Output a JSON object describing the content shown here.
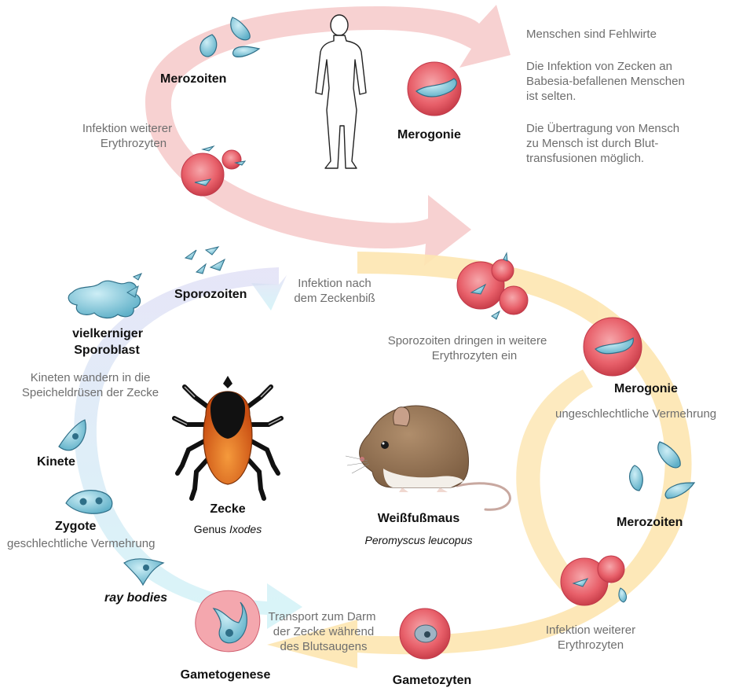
{
  "human_info": {
    "line1": "Menschen sind Fehlwirte",
    "para2": [
      "Die Infektion von Zecken an",
      "Babesia-befallenen Menschen",
      "ist selten."
    ],
    "para3": [
      "Die Übertragung von Mensch",
      "zu Mensch ist durch Blut-",
      "transfusionen möglich."
    ]
  },
  "human_cycle": {
    "merozoiten": "Merozoiten",
    "merogonie": "Merogonie",
    "infektion": [
      "Infektion weiterer",
      "Erythrozyten"
    ]
  },
  "mouse_cycle": {
    "infektion_biss": [
      "Infektion nach",
      "dem Zeckenbiß"
    ],
    "sporozoiten_dringen": [
      "Sporozoiten dringen in weitere",
      "Erythrozyten ein"
    ],
    "merogonie": "Merogonie",
    "vermehrung": "ungeschlechtliche Vermehrung",
    "merozoiten": "Merozoiten",
    "infektion": [
      "Infektion weiterer",
      "Erythrozyten"
    ],
    "gametozyten": "Gametozyten",
    "transport": [
      "Transport zum Darm",
      "der Zecke während",
      "des Blutsaugens"
    ]
  },
  "tick_cycle": {
    "sporozoiten": "Sporozoiten",
    "sporoblast": [
      "vielkerniger",
      "Sporoblast"
    ],
    "kineten_wandern": [
      "Kineten wandern in die",
      "Speicheldrüsen der Zecke"
    ],
    "kinete": "Kinete",
    "zygote": "Zygote",
    "geschlechtlich": "geschlechtliche Vermehrung",
    "ray_bodies": "ray bodies",
    "gametogenese": "Gametogenese"
  },
  "zecke": {
    "name": "Zecke",
    "genus_prefix": "Genus",
    "genus": "Ixodes"
  },
  "maus": {
    "name": "Weißfußmaus",
    "species": "Peromyscus leucopus"
  },
  "colors": {
    "human_arrow": "#f6c9c9",
    "mouse_arrow": "#fde5b0",
    "tick_arrow_top": "#d9d8f2",
    "tick_arrow_bottom": "#c4eef4",
    "erythrocyte": "#e8606a",
    "parasite": "#7cc3d6",
    "tick_body": "#e06d22",
    "mouse_fur": "#9a7a5c"
  }
}
